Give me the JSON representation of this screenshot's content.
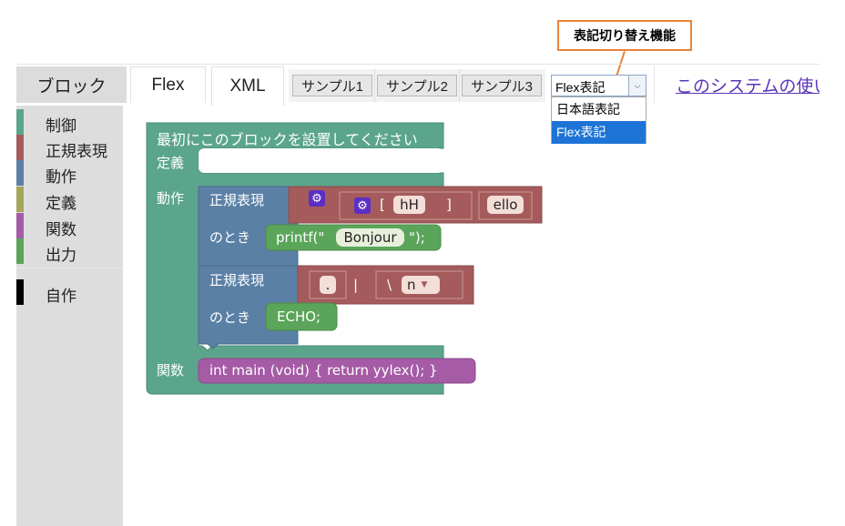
{
  "callout": {
    "text": "表記切り替え機能"
  },
  "tabs": [
    {
      "label": "ブロック"
    },
    {
      "label": "Flex"
    },
    {
      "label": "XML"
    }
  ],
  "samples": [
    {
      "label": "サンプル1"
    },
    {
      "label": "サンプル2"
    },
    {
      "label": "サンプル3"
    }
  ],
  "notation_select": {
    "value": "Flex表記",
    "options": [
      {
        "label": "日本語表記"
      },
      {
        "label": "Flex表記"
      }
    ]
  },
  "help_link": {
    "label": "このシステムの使い"
  },
  "sidebar": {
    "categories": [
      {
        "label": "制御",
        "color": "#5ba58c"
      },
      {
        "label": "正規表現",
        "color": "#a55b5b"
      },
      {
        "label": "動作",
        "color": "#5b80a5"
      },
      {
        "label": "定義",
        "color": "#a5a55b"
      },
      {
        "label": "関数",
        "color": "#a55ba5"
      },
      {
        "label": "出力",
        "color": "#5ba55b"
      },
      {
        "label": "自作",
        "color": "#000000"
      }
    ]
  },
  "workspace": {
    "main_block": {
      "title": "最初にこのブロックを設置してください",
      "define_label": "定義",
      "action_label": "動作",
      "function_label": "関数"
    },
    "rule1": {
      "regex_label": "正規表現",
      "when_label": "のとき",
      "bracket_open": "[",
      "bracket_chars": "hH",
      "bracket_close": "]",
      "text": "ello",
      "printf_prefix": "printf(\"",
      "printf_arg": "Bonjour",
      "printf_suffix": "\");"
    },
    "rule2": {
      "regex_label": "正規表現",
      "when_label": "のとき",
      "dot": ".",
      "pipe": "|",
      "backslash": "\\",
      "escape_char": "n",
      "action": "ECHO;"
    },
    "function_code": "int main (void) { return yylex(); }"
  }
}
